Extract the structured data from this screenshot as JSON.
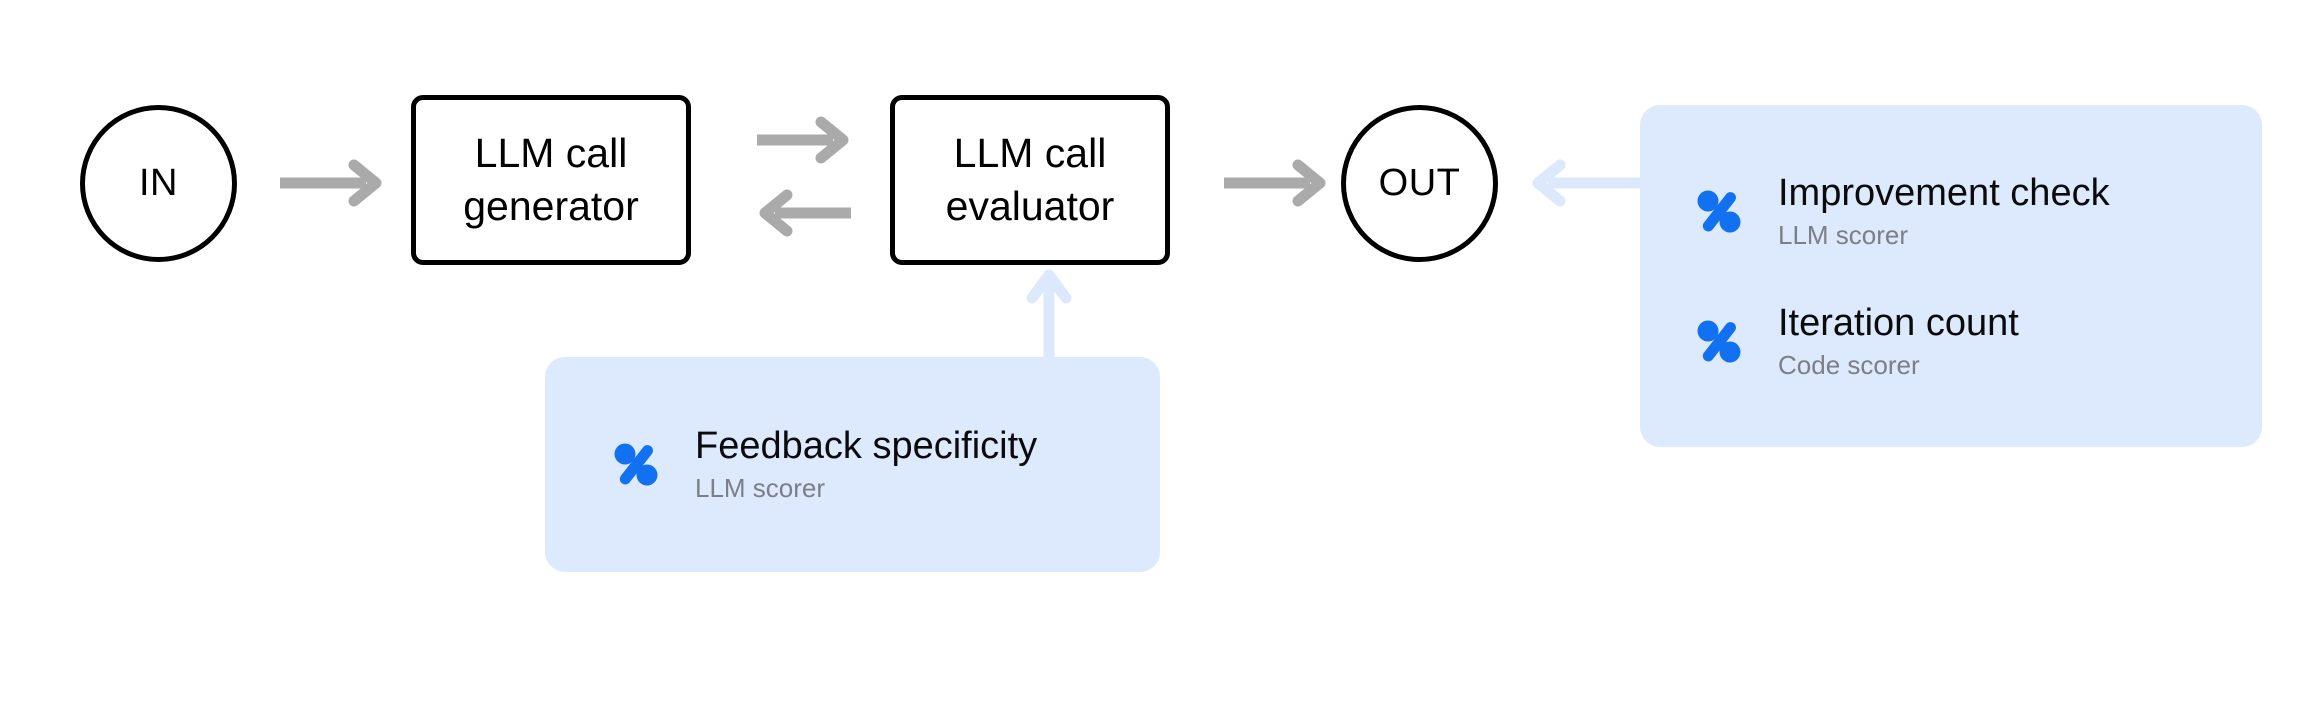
{
  "diagram": {
    "type": "evaluator-optimizer-workflow",
    "colors": {
      "stroke_black": "#000000",
      "arrow_gray": "#aaaaaa",
      "arrow_light_blue": "#dce9fc",
      "panel_blue": "#dde9fc",
      "icon_blue": "#1271f1",
      "subtitle_gray": "#7b7f86"
    },
    "nodes": {
      "input": {
        "label": "IN",
        "shape": "circle"
      },
      "generator": {
        "line1": "LLM call",
        "line2": "generator",
        "shape": "rounded-rect"
      },
      "evaluator": {
        "line1": "LLM call",
        "line2": "evaluator",
        "shape": "rounded-rect"
      },
      "output": {
        "label": "OUT",
        "shape": "circle"
      }
    },
    "edges": [
      {
        "from": "IN",
        "to": "LLM call generator",
        "direction": "right",
        "color": "gray"
      },
      {
        "from": "LLM call generator",
        "to": "LLM call evaluator",
        "direction": "right",
        "color": "gray"
      },
      {
        "from": "LLM call evaluator",
        "to": "LLM call generator",
        "direction": "left",
        "color": "gray"
      },
      {
        "from": "LLM call evaluator",
        "to": "OUT",
        "direction": "right",
        "color": "gray"
      },
      {
        "from": "Improvement check / Iteration count panel",
        "to": "OUT",
        "direction": "left",
        "color": "light-blue"
      },
      {
        "from": "Feedback specificity panel",
        "to": "LLM call evaluator",
        "direction": "up",
        "color": "light-blue"
      }
    ],
    "panels": {
      "output_scorers": {
        "items": [
          {
            "icon": "percent-scorer-icon",
            "title": "Improvement check",
            "subtitle": "LLM scorer"
          },
          {
            "icon": "percent-scorer-icon",
            "title": "Iteration count",
            "subtitle": "Code scorer"
          }
        ]
      },
      "evaluator_scorers": {
        "items": [
          {
            "icon": "percent-scorer-icon",
            "title": "Feedback specificity",
            "subtitle": "LLM scorer"
          }
        ]
      }
    }
  }
}
